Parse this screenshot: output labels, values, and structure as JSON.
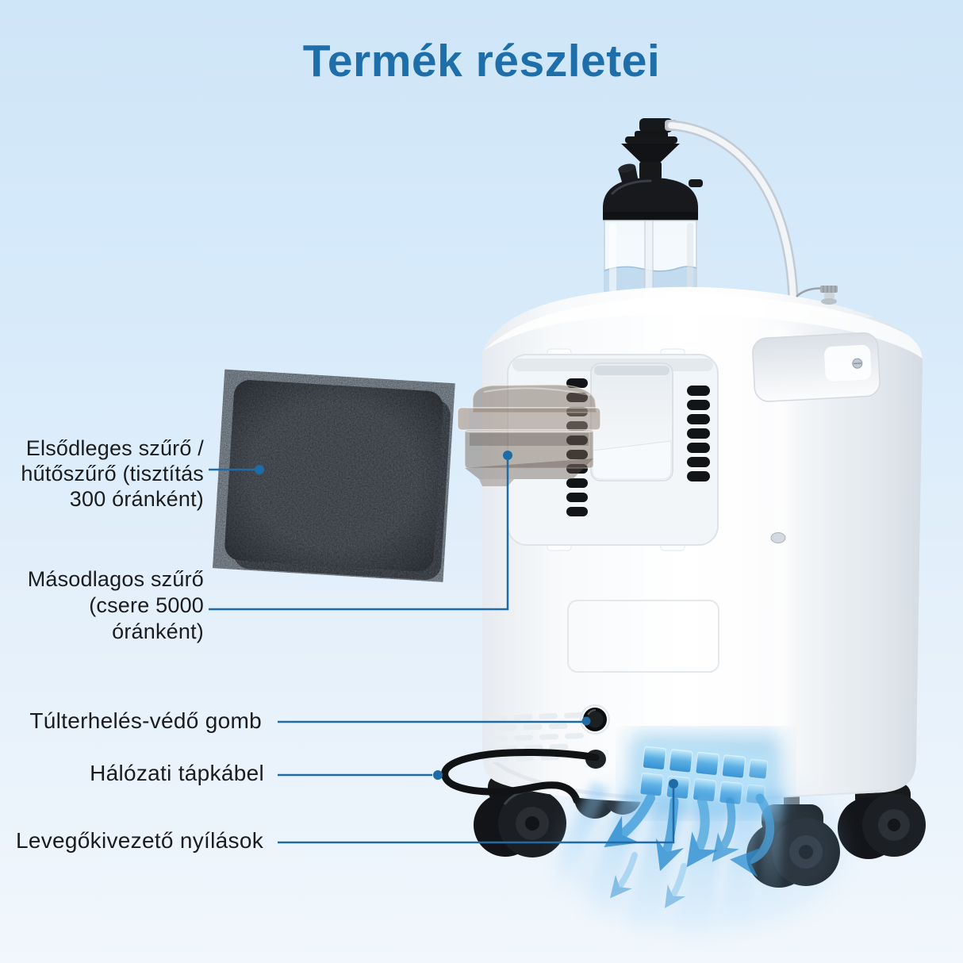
{
  "title": "Termék részletei",
  "colors": {
    "accent_line": "#1e6ba5",
    "title_blue": "#1e6fa9",
    "background_top": "#cfe6f8",
    "background_bottom": "#f1f7fc",
    "vent_glow": "#4aa2dc"
  },
  "callouts": {
    "primary_filter": {
      "lines": [
        "Elsődleges szűrő /",
        "hűtőszűrő (tisztítás",
        "300 óránként)"
      ]
    },
    "secondary_filter": {
      "lines": [
        "Másodlagos szűrő",
        "(csere 5000",
        "óránként)"
      ]
    },
    "overload_button": {
      "label": "Túlterhelés-védő gomb"
    },
    "power_cable": {
      "label": "Hálózati tápkábel"
    },
    "air_outlets": {
      "label": "Levegőkivezető nyílások"
    }
  }
}
